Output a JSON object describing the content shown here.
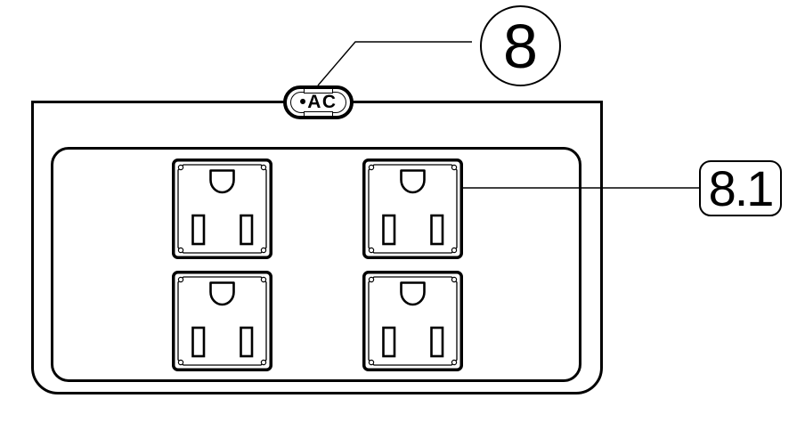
{
  "colors": {
    "line": "#000000",
    "background": "#ffffff"
  },
  "badge": {
    "label": "•AC"
  },
  "callouts": [
    {
      "label": "8",
      "shape": "circle",
      "points_to": "ac-badge"
    },
    {
      "label": "8.1",
      "shape": "rounded-rectangle",
      "points_to": "top-right-outlet"
    }
  ],
  "outlet_grid": {
    "rows": 2,
    "columns": 2,
    "count": 4,
    "type": "AC power outlet"
  }
}
